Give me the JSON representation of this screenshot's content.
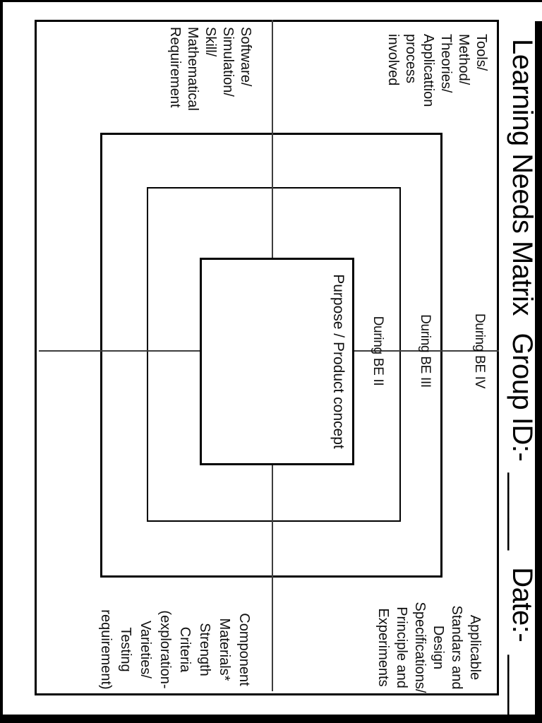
{
  "title": {
    "text": "Learning Needs Matrix",
    "group_label": "Group ID:-",
    "group_value": "_____",
    "date_label": "Date:-",
    "date_value": "_____"
  },
  "matrix": {
    "center_box_caption": "Purpose / Product concept",
    "rings": [
      {
        "label": "During BE II"
      },
      {
        "label": "During BE III"
      },
      {
        "label": "During BE IV"
      }
    ],
    "quadrant_notes": {
      "top_left": [
        "Tools/",
        "Method/",
        "Theories/",
        "Applicattion",
        "process",
        "involved"
      ],
      "bottom_left": [
        "Software/",
        "Simulation/",
        "Skill/",
        "Mathematical",
        "Requirement"
      ],
      "top_right": [
        "Applicable",
        "Standars and",
        "Design",
        "Specifications/",
        "Principle and",
        "Experiments"
      ],
      "bottom_right": [
        "Component",
        "Materials*",
        "Strength",
        "Criteria",
        "(exploration-",
        "Varieties/",
        "Testing",
        "requirement)"
      ]
    }
  },
  "colors": {
    "rect_line": "#000000",
    "cross_line": "#3d3d3d",
    "text": "#0f0f0f",
    "page_bg": "#ffffff",
    "scan_edge": "#000000"
  }
}
